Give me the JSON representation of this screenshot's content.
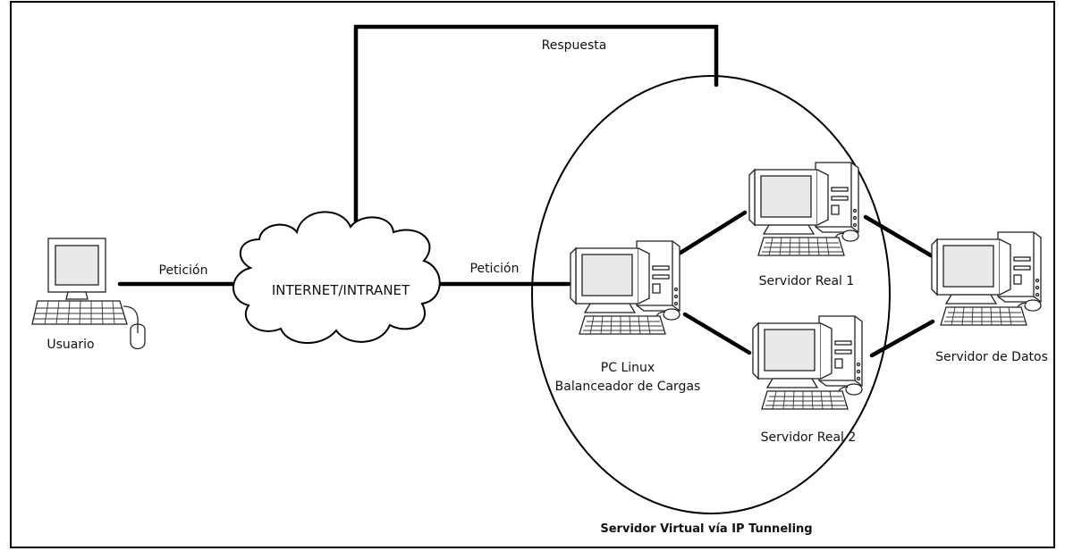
{
  "labels": {
    "response": "Respuesta",
    "request_left": "Petición",
    "request_right": "Petición",
    "cloud": "INTERNET/INTRANET",
    "user": "Usuario",
    "balancer_line1": "PC Linux",
    "balancer_line2": "Balanceador de Cargas",
    "real_server_1": "Servidor Real 1",
    "real_server_2": "Servidor Real 2",
    "data_server": "Servidor de Datos",
    "virtual_server": "Servidor Virtual vía IP Tunneling"
  },
  "icons": {
    "user_pc": "desktop-computer-icon",
    "tower_pc": "tower-computer-icon",
    "network": "cloud-icon"
  },
  "colors": {
    "line": "#000000",
    "background": "#ffffff"
  }
}
